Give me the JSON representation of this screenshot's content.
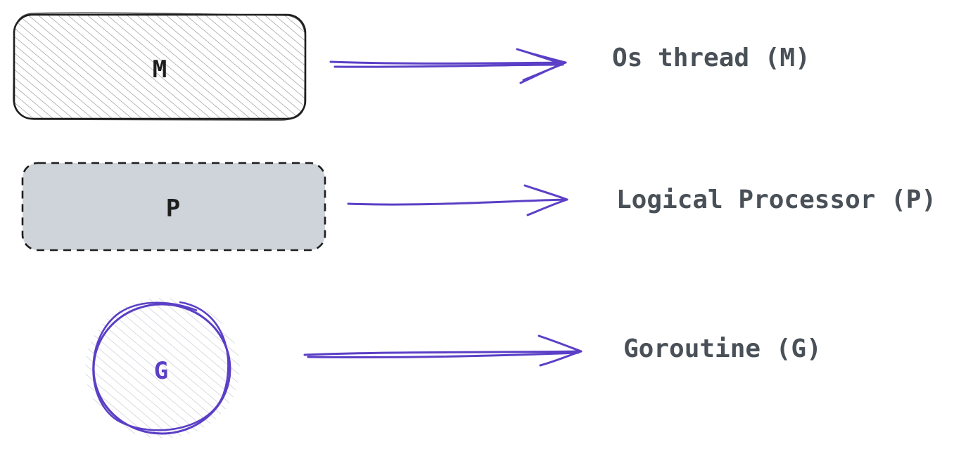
{
  "diagram": {
    "colors": {
      "stroke": "#1e1e1e",
      "accent": "#5b3fc6",
      "processor_fill": "#ced4da",
      "goroutine_hatch": "#ced4da",
      "text": "#495057"
    },
    "nodes": {
      "m": {
        "label": "M",
        "description": "Os thread (M)"
      },
      "p": {
        "label": "P",
        "description": "Logical Processor (P)"
      },
      "g": {
        "label": "G",
        "description": "Goroutine (G)"
      }
    }
  }
}
